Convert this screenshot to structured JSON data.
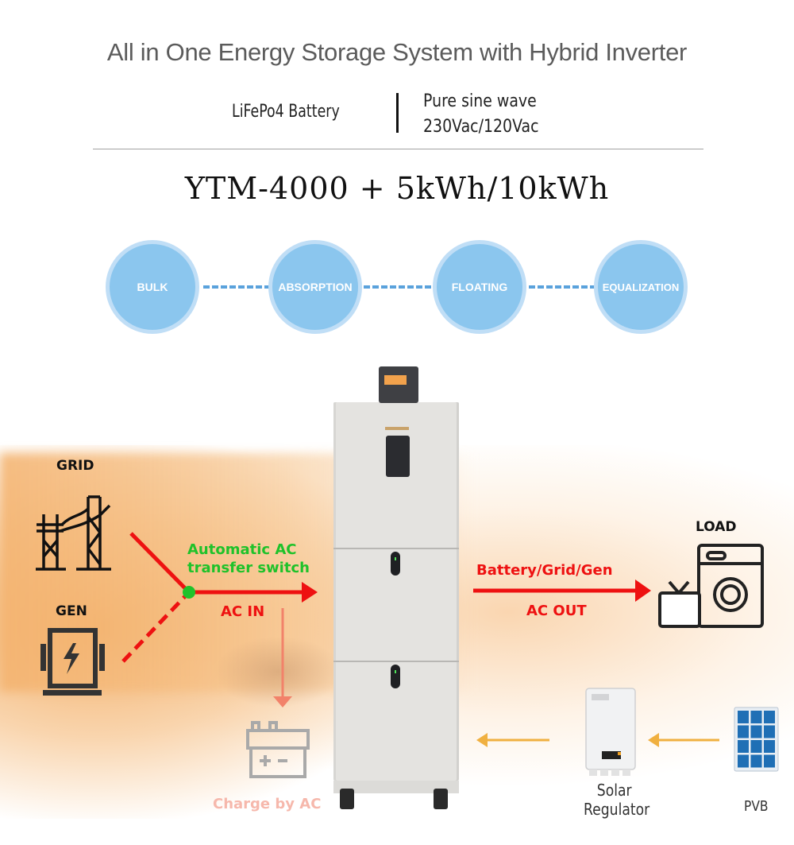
{
  "header": {
    "title": "All in One Energy Storage System with Hybrid Inverter",
    "spec_left": "LiFePo4 Battery",
    "spec_right_line1": "Pure sine wave",
    "spec_right_line2": "230Vac/120Vac",
    "model": "YTM-4000 + 5kWh/10kWh"
  },
  "charging_stages": [
    {
      "label": "BULK"
    },
    {
      "label": "ABSORPTION"
    },
    {
      "label": "FLOATING"
    },
    {
      "label": "EQUALIZATION"
    }
  ],
  "diagram": {
    "grid_label": "GRID",
    "gen_label": "GEN",
    "switch_label_line1": "Automatic AC",
    "switch_label_line2": "transfer switch",
    "ac_in_label": "AC IN",
    "output_source_label": "Battery/Grid/Gen",
    "ac_out_label": "AC OUT",
    "load_label": "LOAD",
    "charge_label": "Charge by AC",
    "solar_regulator_line1": "Solar",
    "solar_regulator_line2": "Regulator",
    "pv_label": "PVB"
  },
  "colors": {
    "flow_red": "#ee1111",
    "switch_green": "#1fc22a",
    "charge_salmon": "#f2826a",
    "solar_arrow": "#f0b040",
    "stage_fill": "#8bc6ee",
    "stage_ring": "#c0def6",
    "pv_cell": "#1f6fb5"
  }
}
